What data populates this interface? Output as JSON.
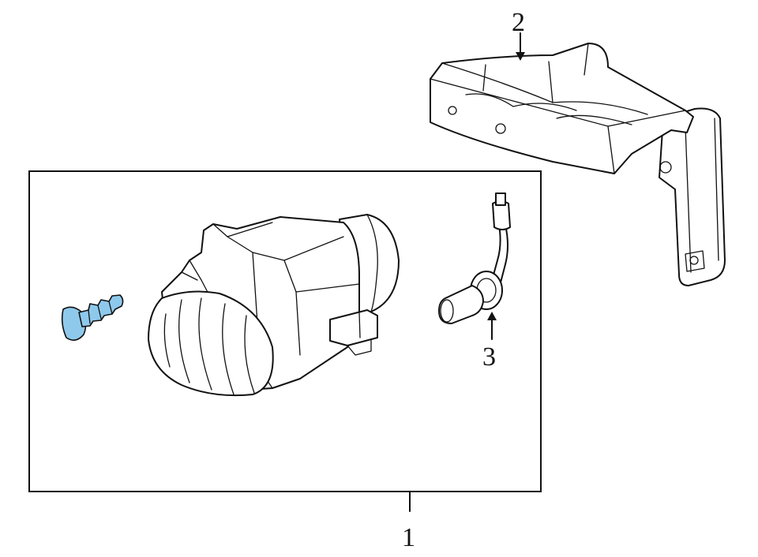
{
  "callouts": [
    {
      "id": "1",
      "label": "1"
    },
    {
      "id": "2",
      "label": "2"
    },
    {
      "id": "3",
      "label": "3"
    }
  ],
  "colors": {
    "line": "#111111",
    "background": "#ffffff",
    "highlight_screw": "#8ec9ec"
  },
  "parts": {
    "fog_lamp": "fog-lamp-assembly",
    "bracket": "mounting-bracket",
    "bulb": "bulb-with-socket",
    "screw": "mounting-screw"
  }
}
